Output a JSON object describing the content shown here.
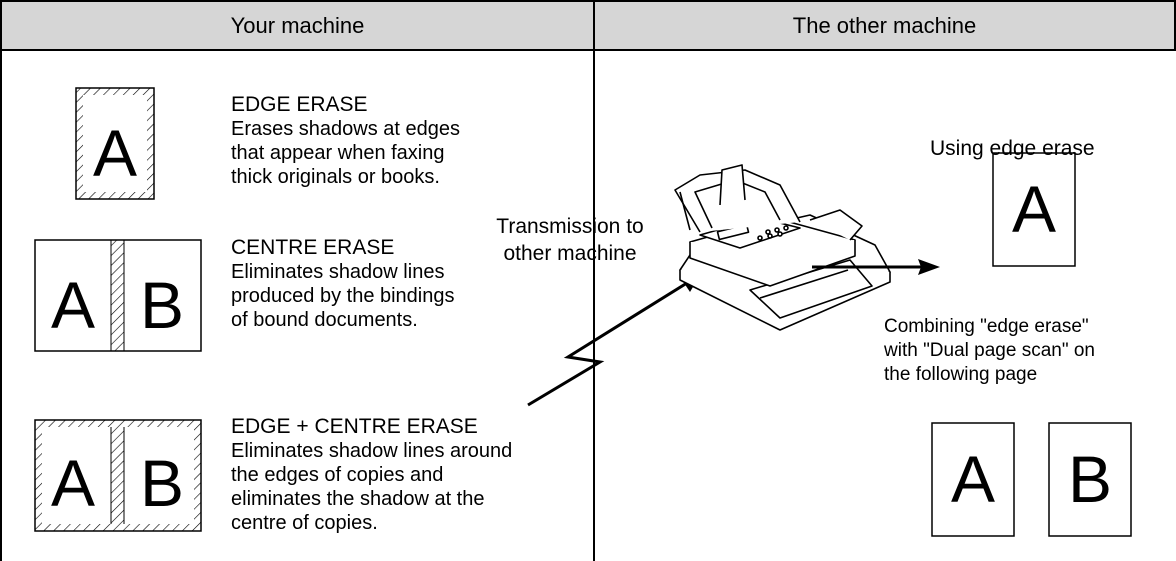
{
  "header": {
    "left": "Your machine",
    "right": "The other machine"
  },
  "modes": [
    {
      "title": "EDGE ERASE",
      "desc": [
        "Erases shadows at edges",
        "that appear when faxing",
        "thick originals or books."
      ]
    },
    {
      "title": "CENTRE ERASE",
      "desc": [
        "Eliminates shadow lines",
        "produced by the bindings",
        "of bound documents."
      ]
    },
    {
      "title": "EDGE + CENTRE ERASE",
      "desc": [
        "Eliminates shadow lines around",
        "the edges of copies and",
        "eliminates the shadow at the",
        "centre of copies."
      ]
    }
  ],
  "transmission": {
    "line1": "Transmission to",
    "line2": "other machine"
  },
  "result": {
    "using_edge_erase": "Using edge erase",
    "combining": [
      "Combining \"edge erase\"",
      "with \"Dual page scan\" on",
      "the following page"
    ]
  },
  "letters": {
    "a": "A",
    "b": "B"
  },
  "icons": {
    "fax": "fax-machine-icon",
    "signal": "lightning-signal-icon",
    "arrow": "arrow-right-icon"
  }
}
